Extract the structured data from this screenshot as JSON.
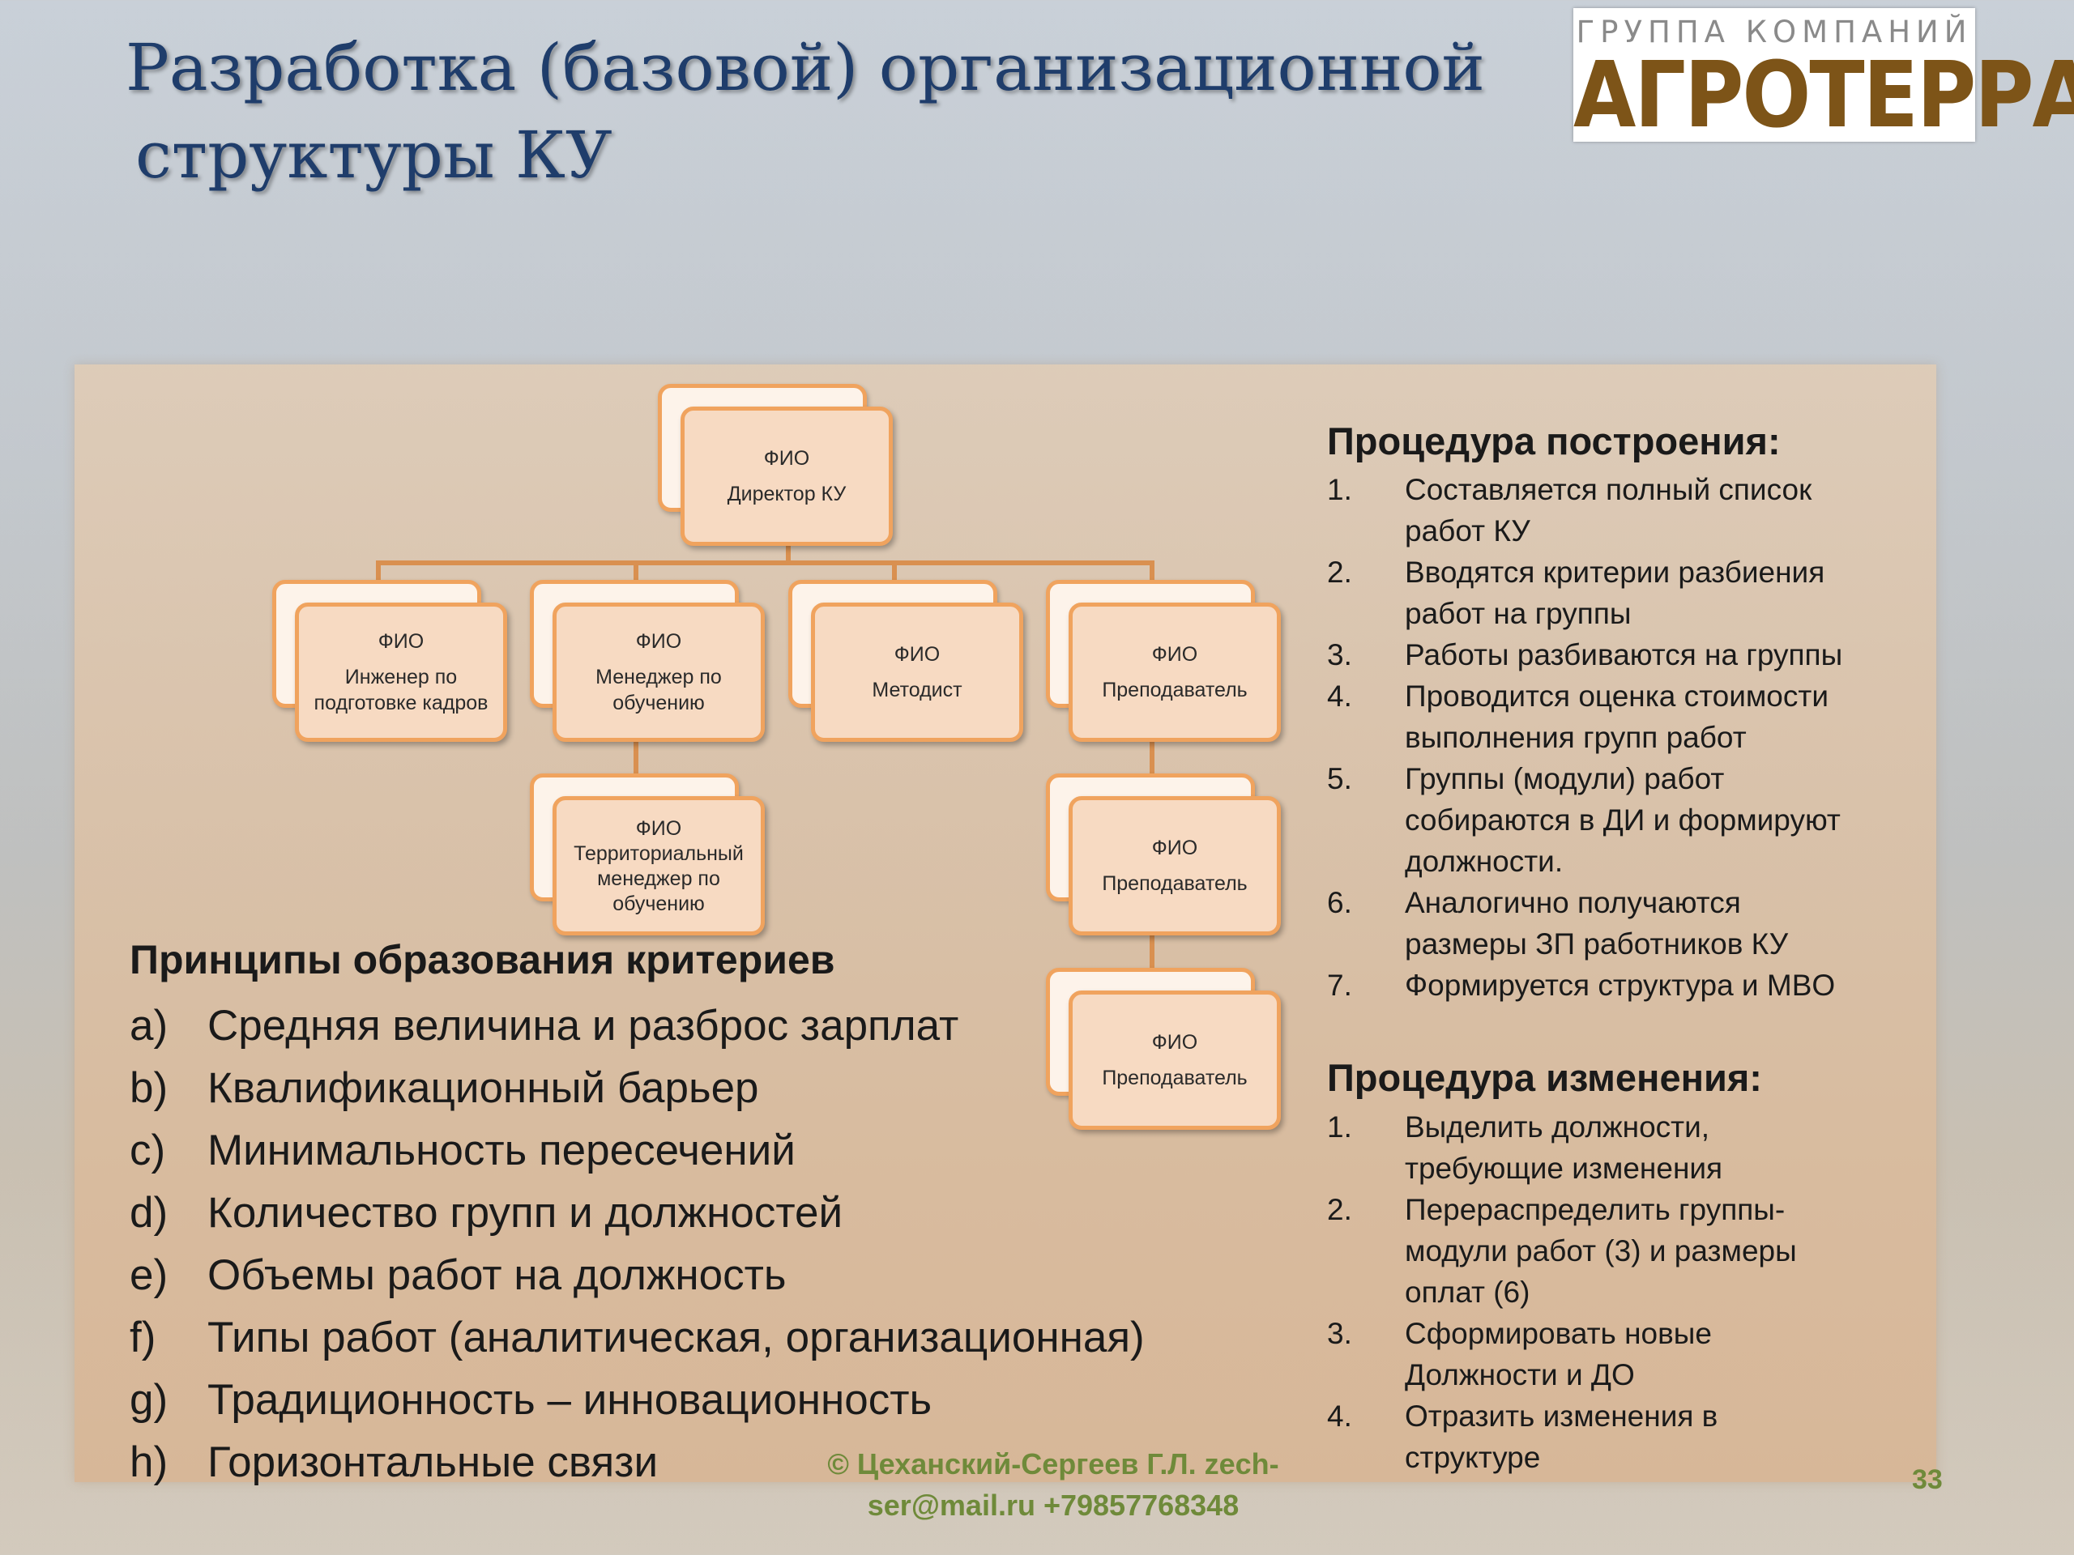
{
  "slide": {
    "title_line1": "Разработка (базовой) организационной",
    "title_line2": "структуры КУ",
    "page_number": "33",
    "copyright": "© Цеханский-Сергеев Г.Л.  zech-\nser@mail.ru +79857768348"
  },
  "logo": {
    "top_text": "ГРУППА КОМПАНИЙ",
    "main_text": "АГРОТЕРРА"
  },
  "org_chart": {
    "director": {
      "fio": "ФИО",
      "role": "Директор КУ"
    },
    "engineer": {
      "fio": "ФИО",
      "role": "Инженер по\nподготовке кадров"
    },
    "manager": {
      "fio": "ФИО",
      "role": "Менеджер  по\nобучению"
    },
    "methodist": {
      "fio": "ФИО",
      "role": "Методист"
    },
    "teacher1": {
      "fio": "ФИО",
      "role": "Преподаватель"
    },
    "territorial": {
      "fio": "ФИО",
      "role": "Территориальный\nменеджер по\nобучению"
    },
    "teacher2": {
      "fio": "ФИО",
      "role": "Преподаватель"
    },
    "teacher3": {
      "fio": "ФИО",
      "role": "Преподаватель"
    }
  },
  "principles": {
    "title": "Принципы образования критериев",
    "items": [
      {
        "marker": "a)",
        "text": "Средняя величина и разброс зарплат"
      },
      {
        "marker": "b)",
        "text": "Квалификационный барьер"
      },
      {
        "marker": "c)",
        "text": "Минимальность пересечений"
      },
      {
        "marker": "d)",
        "text": "Количество групп и должностей"
      },
      {
        "marker": "e)",
        "text": "Объемы работ на должность"
      },
      {
        "marker": "f)",
        "text": "Типы работ (аналитическая, организационная)"
      },
      {
        "marker": "g)",
        "text": "Традиционность – инновационность"
      },
      {
        "marker": "h)",
        "text": "Горизонтальные связи"
      }
    ]
  },
  "build_procedure": {
    "title": "Процедура построения:",
    "items": [
      {
        "num": "1.",
        "text": "Составляется полный список\nработ КУ"
      },
      {
        "num": "2.",
        "text": "Вводятся критерии разбиения\nработ на группы"
      },
      {
        "num": "3.",
        "text": "Работы разбиваются на группы"
      },
      {
        "num": "4.",
        "text": "Проводится оценка стоимости\nвыполнения групп работ"
      },
      {
        "num": "5.",
        "text": "Группы (модули) работ\nсобираются в ДИ и формируют\nдолжности."
      },
      {
        "num": "6.",
        "text": "Аналогично получаются\nразмеры ЗП работников КУ"
      },
      {
        "num": "7.",
        "text": "Формируется структура и MBO"
      }
    ]
  },
  "change_procedure": {
    "title": "Процедура изменения:",
    "items": [
      {
        "num": "1.",
        "text": "Выделить должности,\nтребующие изменения"
      },
      {
        "num": "2.",
        "text": "Перераспределить группы-\nмодули работ (3) и размеры\nоплат (6)"
      },
      {
        "num": "3.",
        "text": "Сформировать новые\nДолжности  и ДО"
      },
      {
        "num": "4.",
        "text": "Отразить изменения в\nструктуре"
      }
    ]
  }
}
